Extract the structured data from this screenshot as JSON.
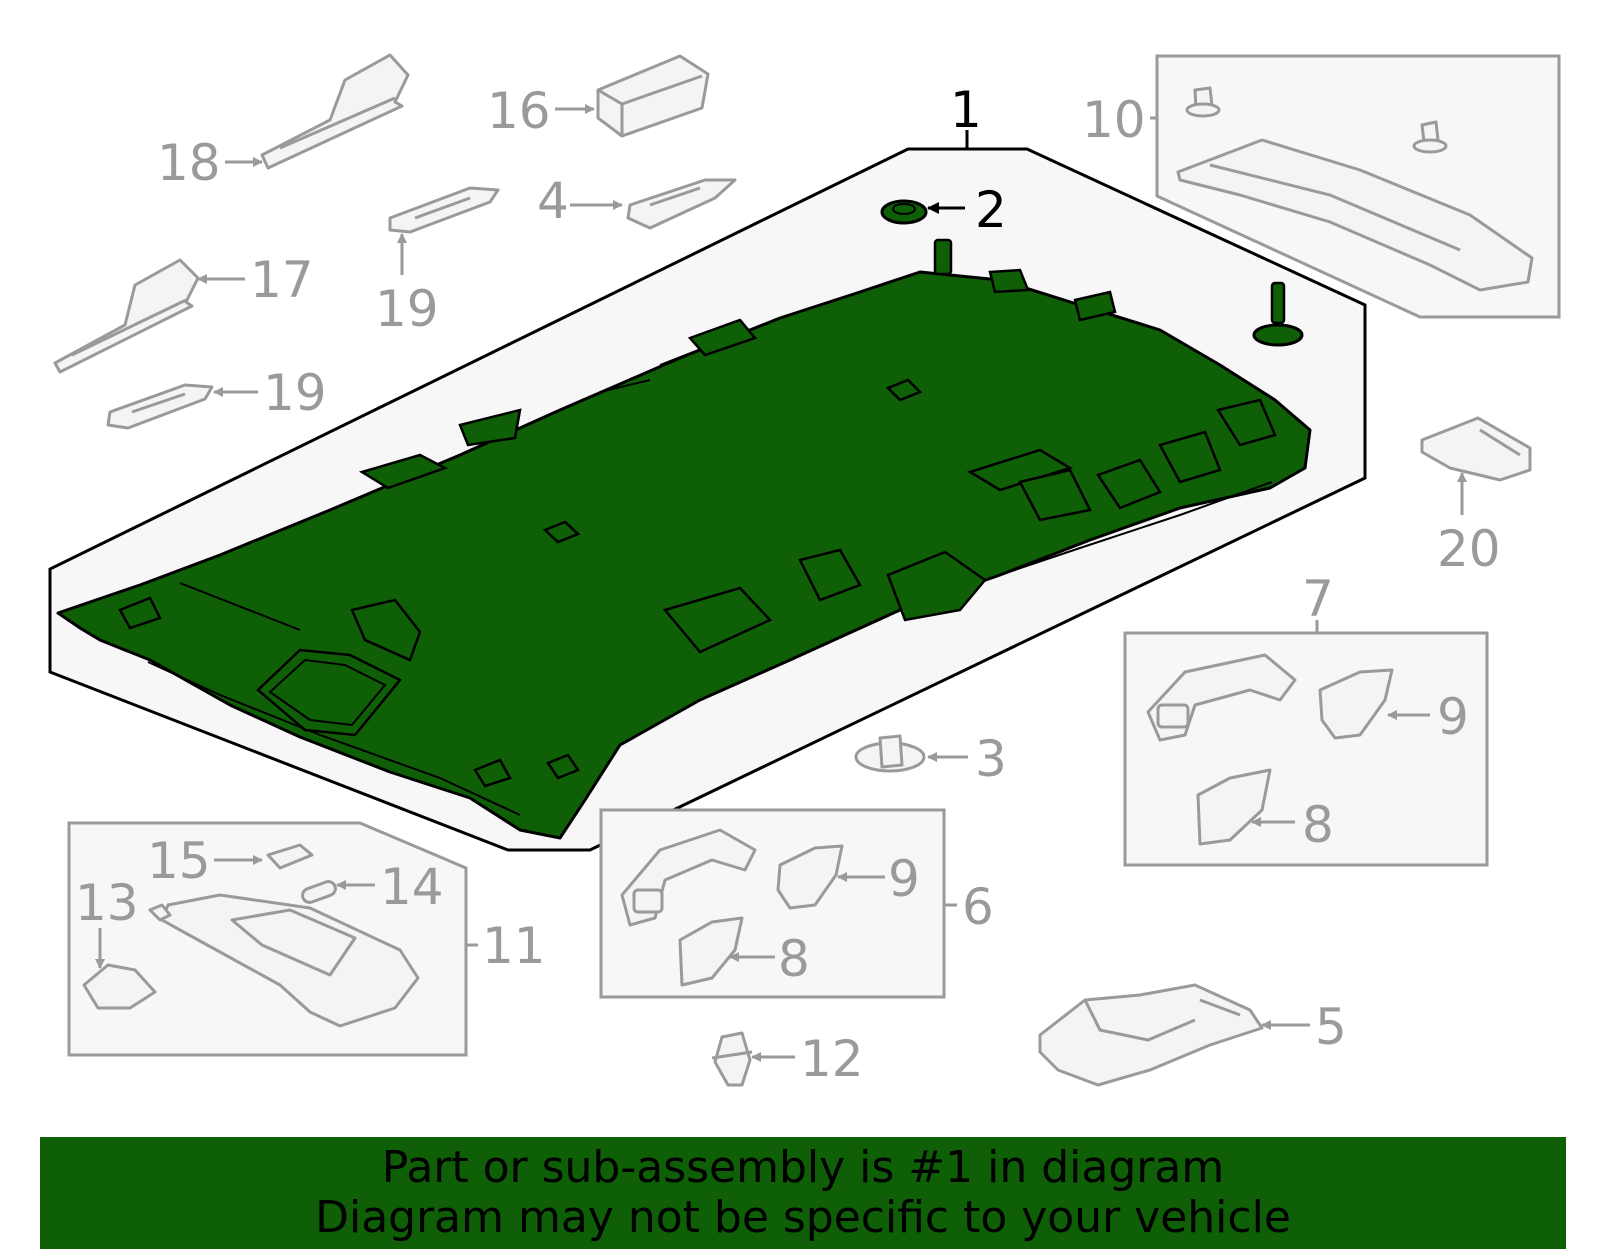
{
  "callouts": {
    "c1": "1",
    "c2": "2",
    "c3": "3",
    "c4": "4",
    "c5": "5",
    "c6": "6",
    "c7": "7",
    "c8a": "8",
    "c8b": "8",
    "c9a": "9",
    "c9b": "9",
    "c10": "10",
    "c11": "11",
    "c12": "12",
    "c13": "13",
    "c14": "14",
    "c15": "15",
    "c16": "16",
    "c17": "17",
    "c18": "18",
    "c19a": "19",
    "c19b": "19",
    "c20": "20"
  },
  "banner": {
    "line1": "Part or sub-assembly is #1 in diagram",
    "line2": "Diagram may not be specific to your vehicle"
  },
  "colors": {
    "highlight": "#0e5f06",
    "callout_gray": "#9a9a9a",
    "callout_dark": "#000000"
  }
}
